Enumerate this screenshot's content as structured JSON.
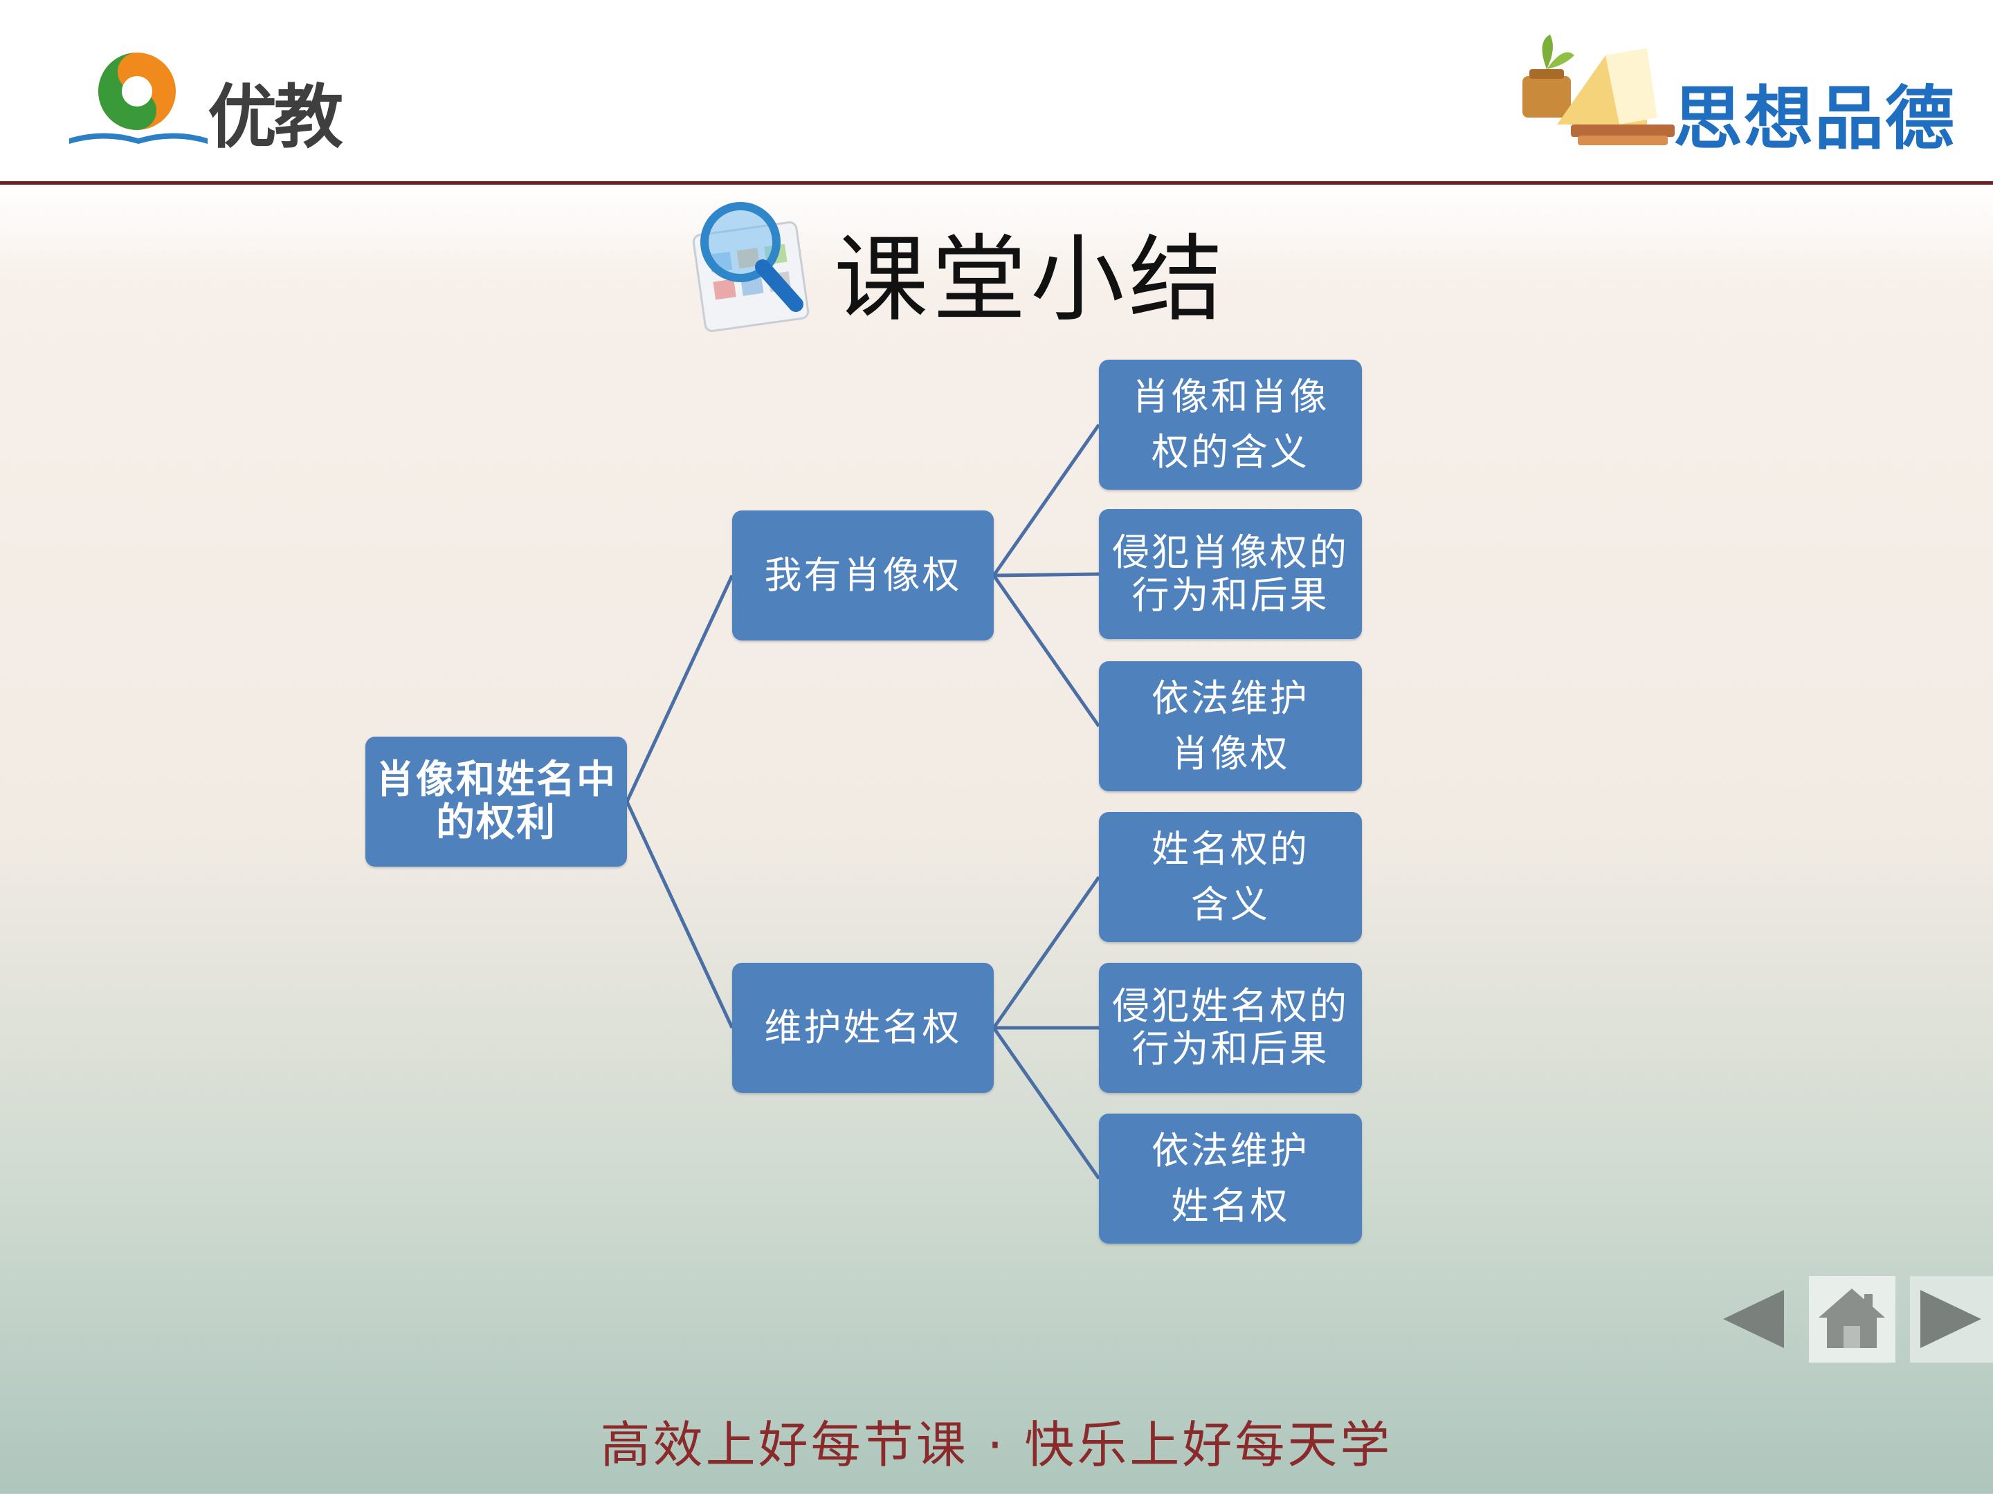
{
  "header": {
    "brand": "优教",
    "subject": "思想品德"
  },
  "title": "课堂小结",
  "diagram": {
    "root": "肖像和姓名中\n的权利",
    "branches": [
      {
        "label": "我有肖像权",
        "children": [
          "肖像和肖像\n权的含义",
          "侵犯肖像权的\n行为和后果",
          "依法维护\n肖像权"
        ]
      },
      {
        "label": "维护姓名权",
        "children": [
          "姓名权的\n含义",
          "侵犯姓名权的\n行为和后果",
          "依法维护\n姓名权"
        ]
      }
    ]
  },
  "colors": {
    "node_fill": "#4f81bd",
    "connector": "#4a6fa5",
    "brand_text": "#1f6ec0",
    "footer_text": "#8b2a2a",
    "header_rule": "#6b1f1f"
  },
  "nav": {
    "prev_icon": "triangle-left-icon",
    "home_icon": "home-icon",
    "next_icon": "triangle-right-icon"
  },
  "footer": "高效上好每节课 · 快乐上好每天学"
}
